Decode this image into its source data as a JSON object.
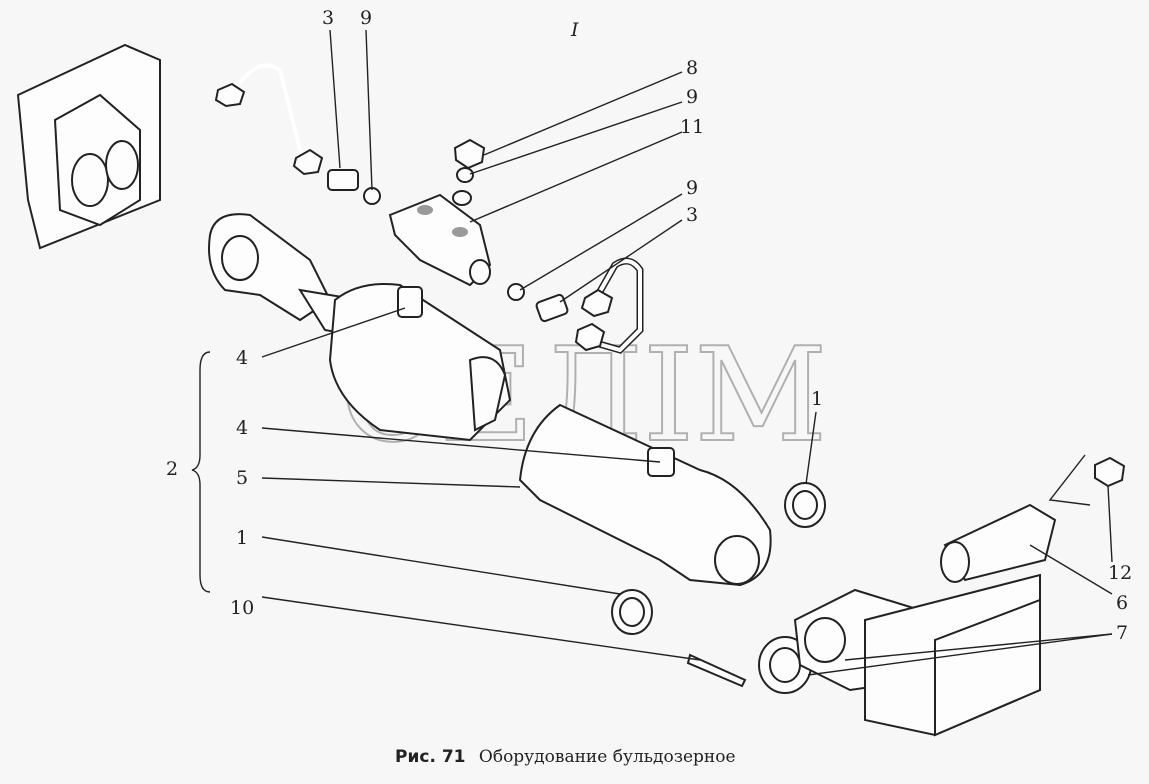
{
  "figure": {
    "number_label": "Рис. 71",
    "title": "Оборудование бульдозерное",
    "view_label": "I",
    "watermark": "СЕЛIМ"
  },
  "callouts": {
    "top_3": "3",
    "top_9": "9",
    "r_8": "8",
    "r_9a": "9",
    "r_11": "11",
    "r_9b": "9",
    "r_3": "3",
    "l_4a": "4",
    "l_4b": "4",
    "l_5": "5",
    "l_1": "1",
    "l_10": "10",
    "l_2": "2",
    "m_1": "1",
    "r_12": "12",
    "r_6": "6",
    "r_7": "7"
  }
}
